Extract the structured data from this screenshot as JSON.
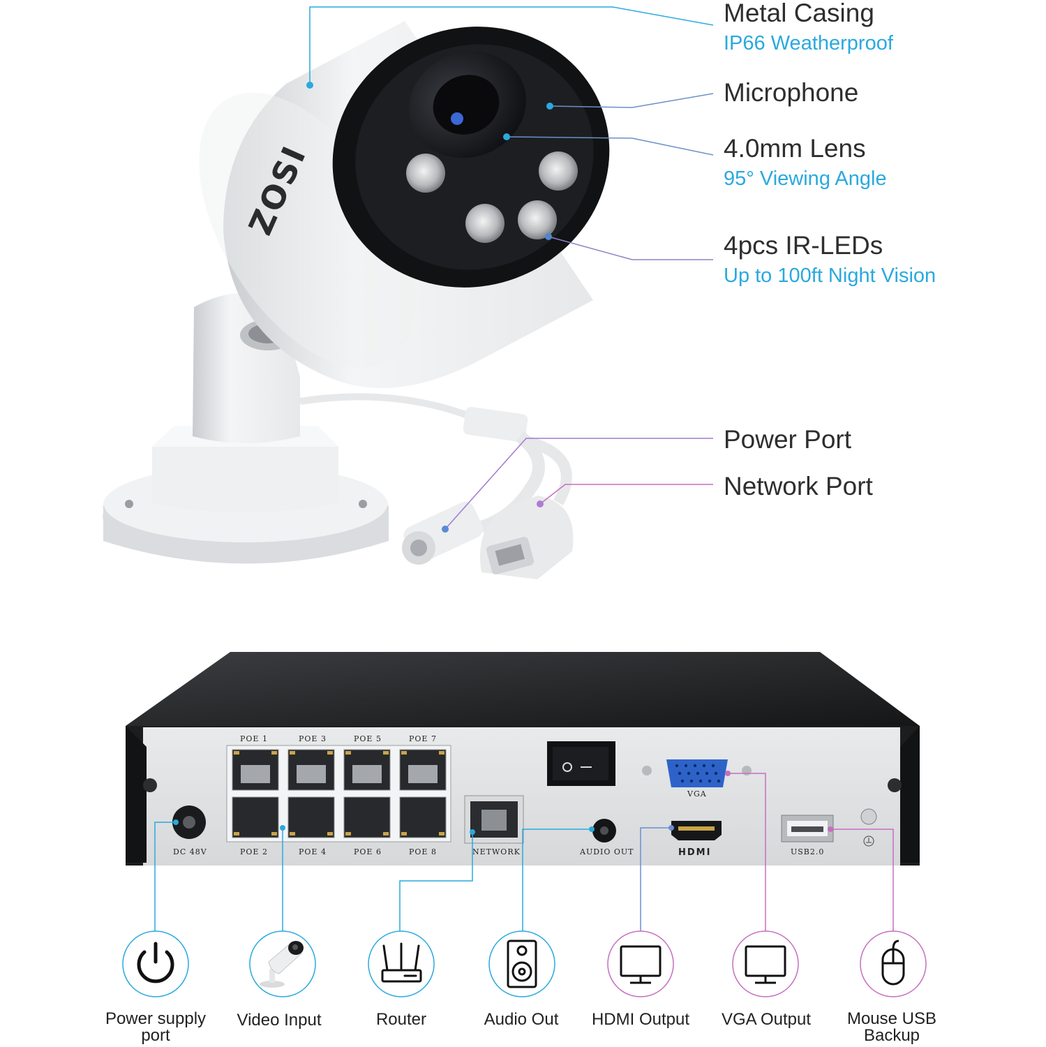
{
  "features": [
    {
      "title": "Metal Casing",
      "subtitle": "IP66 Weatherproof"
    },
    {
      "title": "Microphone",
      "subtitle": ""
    },
    {
      "title": "4.0mm Lens",
      "subtitle": "95° Viewing Angle"
    },
    {
      "title": "4pcs IR-LEDs",
      "subtitle": "Up to 100ft Night Vision"
    },
    {
      "title": "Power Port",
      "subtitle": ""
    },
    {
      "title": "Network Port",
      "subtitle": ""
    }
  ],
  "camera": {
    "brand": "ZOSI"
  },
  "nvr": {
    "poe_top": [
      "POE 1",
      "POE 3",
      "POE 5",
      "POE 7"
    ],
    "poe_bottom": [
      "POE 2",
      "POE 4",
      "POE 6",
      "POE 8"
    ],
    "dc_label": "DC 48V",
    "network_label": "NETWORK",
    "audio_label": "AUDIO OUT",
    "vga_label": "VGA",
    "hdmi_label": "HDMI",
    "usb_label": "USB2.0"
  },
  "icons": [
    {
      "icon": "power-icon",
      "line1": "Power supply",
      "line2": "port",
      "color": "#2aa9de"
    },
    {
      "icon": "camera-icon",
      "line1": "Video Input",
      "line2": "",
      "color": "#2aa9de"
    },
    {
      "icon": "router-icon",
      "line1": "Router",
      "line2": "",
      "color": "#2aa9de"
    },
    {
      "icon": "speaker-icon",
      "line1": "Audio Out",
      "line2": "",
      "color": "#2aa9de"
    },
    {
      "icon": "monitor-icon",
      "line1": "HDMI Output",
      "line2": "",
      "color": "#c56fc0"
    },
    {
      "icon": "monitor-icon",
      "line1": "VGA Output",
      "line2": "",
      "color": "#c56fc0"
    },
    {
      "icon": "mouse-icon",
      "line1": "Mouse USB",
      "line2": "Backup",
      "color": "#c56fc0"
    }
  ],
  "colors": {
    "blue": "#2aa9de",
    "pink": "#c56fc0",
    "title": "#2e2e2e"
  }
}
